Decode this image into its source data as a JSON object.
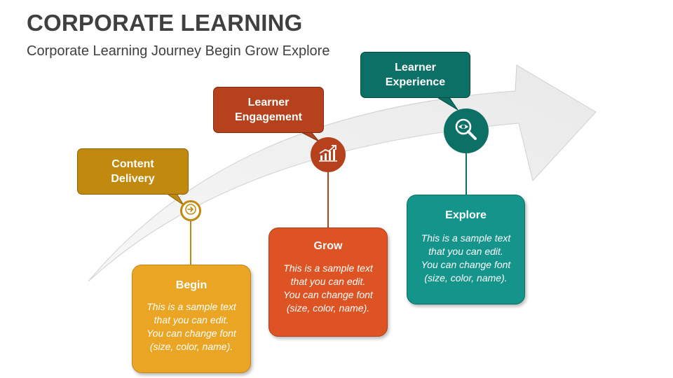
{
  "title": "CORPORATE LEARNING",
  "subtitle": "Corporate Learning Journey Begin Grow Explore",
  "colors": {
    "gold": "#C18A0E",
    "orange": "#E9A523",
    "rust": "#B5421C",
    "red_orange": "#DE5323",
    "teal_dark": "#0C7066",
    "teal": "#14948A"
  },
  "callouts": {
    "content": "Content\nDelivery",
    "engagement": "Learner\nEngagement",
    "experience": "Learner\nExperience"
  },
  "cards": {
    "begin": {
      "heading": "Begin",
      "body": "This is a sample text\nthat you can edit.\nYou can change font\n(size, color, name)."
    },
    "grow": {
      "heading": "Grow",
      "body": "This is a sample text\nthat you can edit.\nYou can change font\n(size, color, name)."
    },
    "explore": {
      "heading": "Explore",
      "body": "This is a sample text\nthat you can edit.\nYou can change font\n(size, color, name)."
    }
  },
  "icons": [
    "arrow-right-icon",
    "growth-chart-icon",
    "magnifier-eye-icon"
  ]
}
